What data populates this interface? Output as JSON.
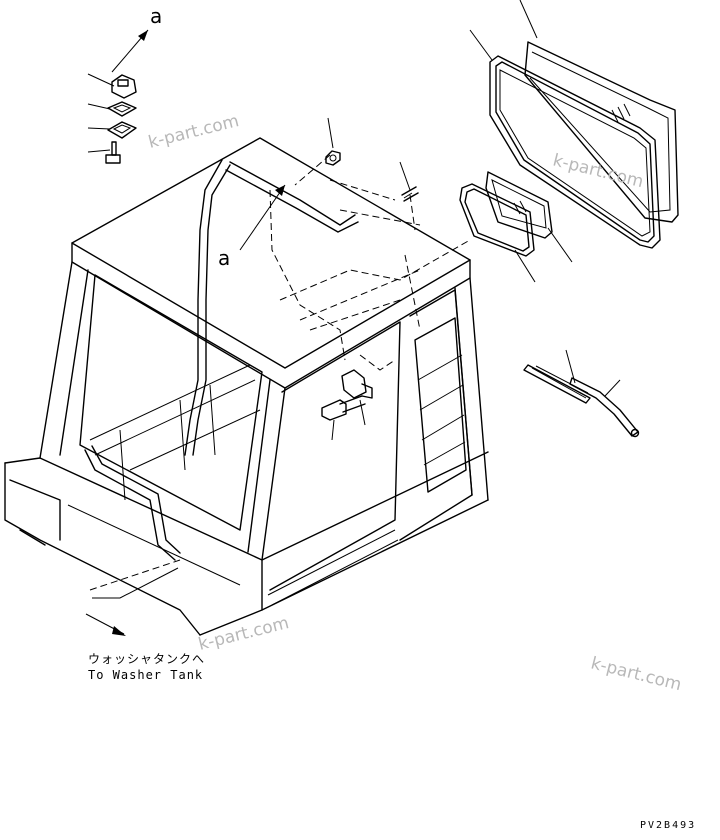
{
  "diagram": {
    "view_ref_top": "a",
    "view_ref_mid": "a",
    "washer_label_jp": "ウォッシャタンクへ",
    "washer_label_en": "To Washer Tank",
    "drawing_code": "PV2B493",
    "watermark_1": "k-part.com",
    "watermark_2": "k-part.com",
    "watermark_3": "k-part.com",
    "watermark_4": "k-part.com"
  }
}
